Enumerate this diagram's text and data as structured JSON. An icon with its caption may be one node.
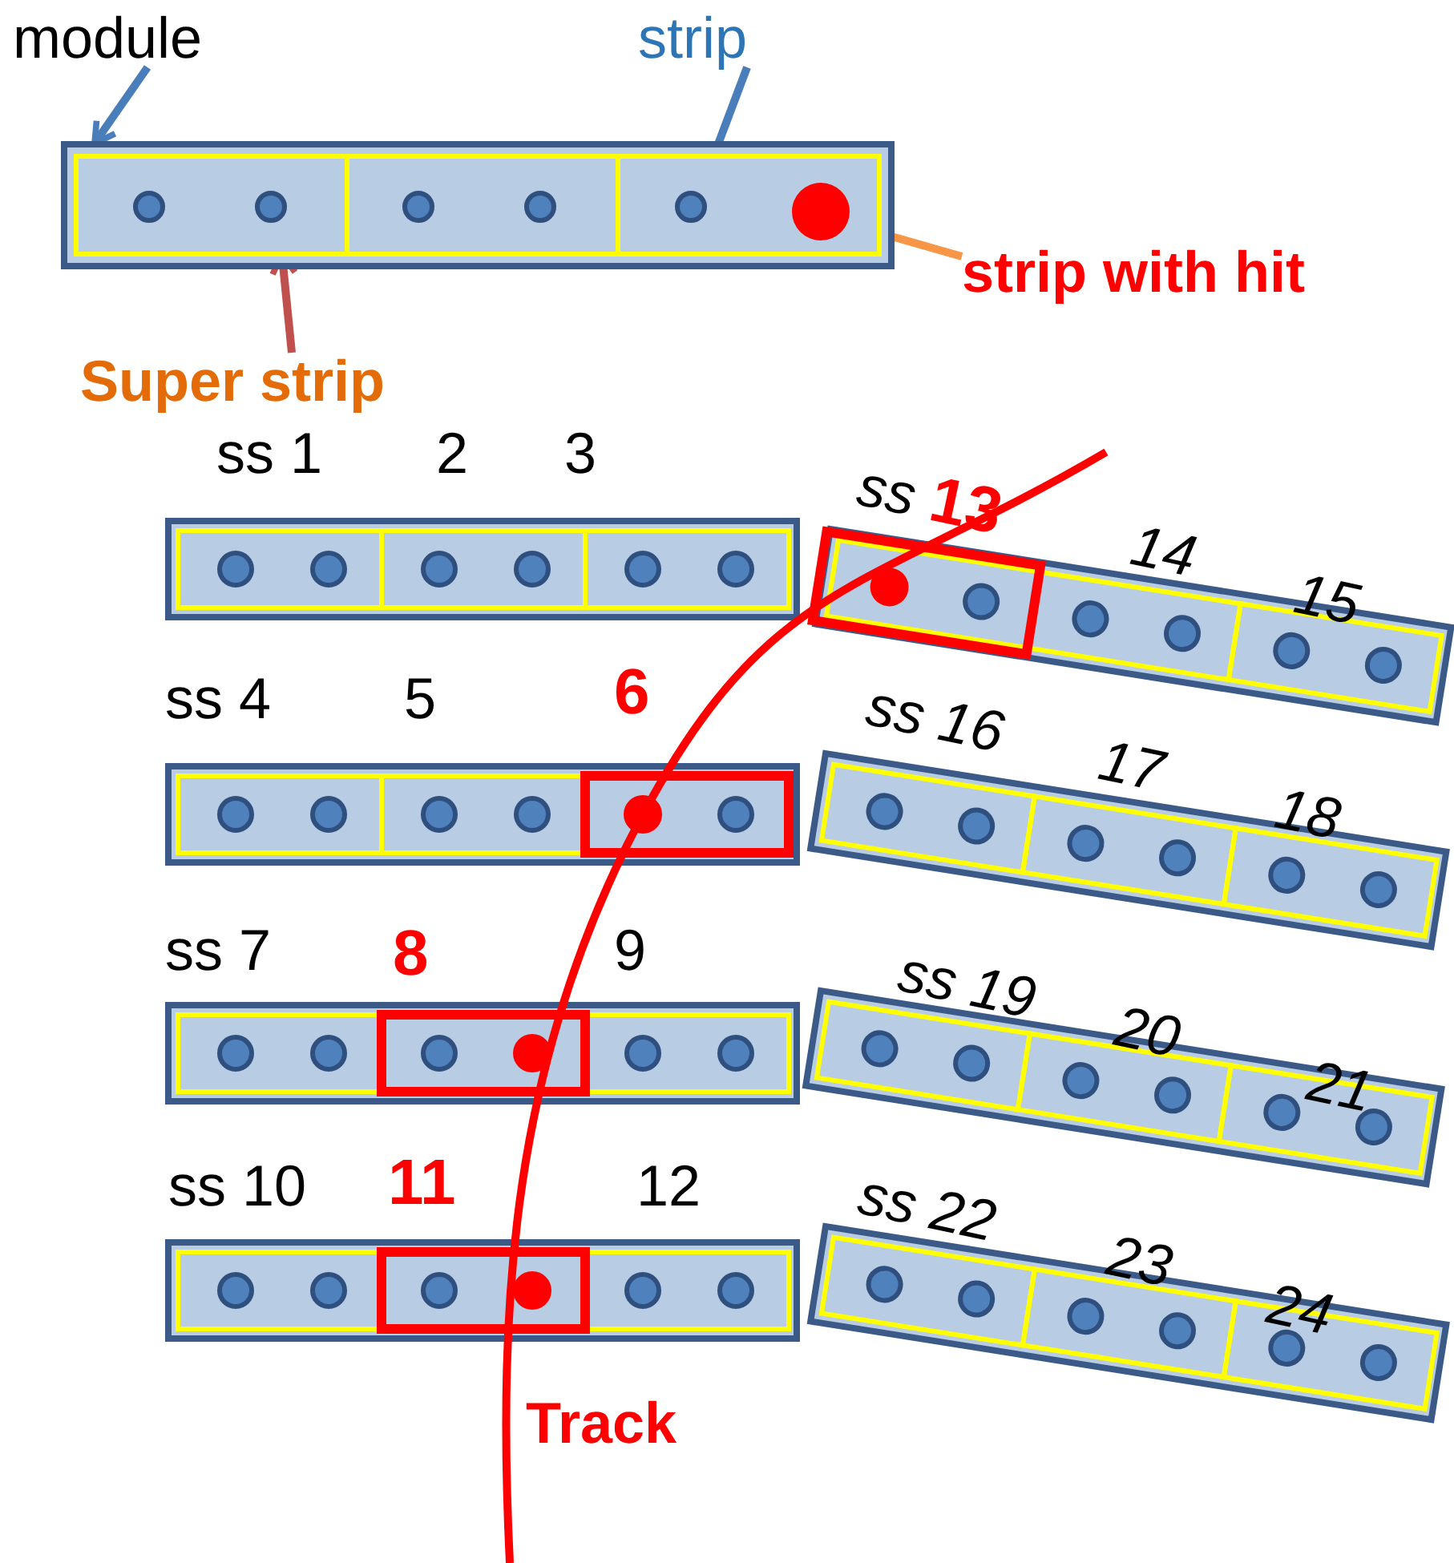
{
  "diagram": {
    "nodes": [
      {
        "text": [
          "module"
        ]
      },
      {
        "text": [
          "strip"
        ]
      },
      {
        "text": [],
        "shape": "box"
      },
      {
        "text": [],
        "shape": "box",
        "in": 2
      },
      {
        "text": [],
        "shape": "box",
        "in": 2
      },
      {
        "text": [],
        "shape": "box",
        "in": 2
      },
      {
        "text": [],
        "shape": "circle",
        "in": 3
      },
      {
        "text": [],
        "shape": "circle",
        "in": 3
      },
      {
        "text": [],
        "shape": "circle",
        "in": 4
      },
      {
        "text": [],
        "shape": "circle",
        "in": 4
      },
      {
        "text": [],
        "shape": "circle",
        "in": 5
      },
      {
        "text": [],
        "shape": "circle",
        "in": 5
      },
      {
        "text": [
          "strip with hit"
        ]
      },
      {
        "text": [
          "Super strip"
        ]
      }
    ],
    "edges": [
      {
        "from": 0,
        "to": 2,
        "arrow": "to",
        "color": "#4a7ebb"
      },
      {
        "from": 1,
        "to": 10,
        "arrow": "to",
        "color": "#4a7ebb"
      },
      {
        "from": 12,
        "to": 11,
        "arrow": "to",
        "color": "#f79646"
      },
      {
        "from": 13,
        "to": 3,
        "arrow": "to",
        "color": "#c0504d"
      }
    ],
    "labels": [
      "ss 1",
      "2",
      "3",
      "ss 13",
      "14",
      "15",
      "ss 4",
      "5",
      "6",
      "ss 16",
      "17",
      "18",
      "ss 7",
      "8",
      "9",
      "ss 19",
      "20",
      "21",
      "ss 10",
      "11",
      "12",
      "ss 22",
      "23",
      "24",
      "Track"
    ]
  }
}
